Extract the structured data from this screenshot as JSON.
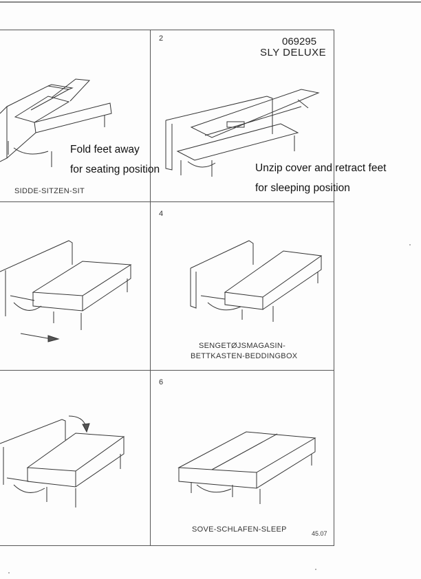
{
  "header": {
    "code": "069295",
    "model": "SLY DELUXE"
  },
  "steps": [
    {
      "number": "",
      "caption": "SIDDE-SITZEN-SIT",
      "note_line1": "Fold feet away",
      "note_line2": "for seating position"
    },
    {
      "number": "2",
      "caption": "",
      "note_line1": "Unzip cover and retract feet",
      "note_line2": "for sleeping position"
    },
    {
      "number": "",
      "caption": ""
    },
    {
      "number": "4",
      "caption_line1": "SENGETØJSMAGASIN-",
      "caption_line2": "BETTKASTEN-BEDDINGBOX"
    },
    {
      "number": "",
      "caption": ""
    },
    {
      "number": "6",
      "caption": "SOVE-SCHLAFEN-SLEEP"
    }
  ],
  "footer": {
    "version": "45.07"
  }
}
